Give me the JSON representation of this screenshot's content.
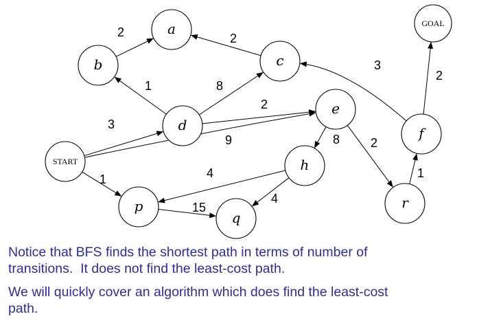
{
  "nodes": [
    {
      "id": "a",
      "label": "a"
    },
    {
      "id": "b",
      "label": "b"
    },
    {
      "id": "c",
      "label": "c"
    },
    {
      "id": "d",
      "label": "d"
    },
    {
      "id": "e",
      "label": "e"
    },
    {
      "id": "f",
      "label": "f"
    },
    {
      "id": "h",
      "label": "h"
    },
    {
      "id": "p",
      "label": "p"
    },
    {
      "id": "q",
      "label": "q"
    },
    {
      "id": "r",
      "label": "r"
    },
    {
      "id": "start",
      "label": "START"
    },
    {
      "id": "goal",
      "label": "GOAL"
    }
  ],
  "edges": [
    {
      "from": "start",
      "to": "d",
      "weight": "3"
    },
    {
      "from": "start",
      "to": "e",
      "weight": "9"
    },
    {
      "from": "start",
      "to": "p",
      "weight": "1"
    },
    {
      "from": "b",
      "to": "a",
      "weight": "2"
    },
    {
      "from": "c",
      "to": "a",
      "weight": "2"
    },
    {
      "from": "d",
      "to": "b",
      "weight": "1"
    },
    {
      "from": "d",
      "to": "c",
      "weight": "8"
    },
    {
      "from": "d",
      "to": "e",
      "weight": "2"
    },
    {
      "from": "e",
      "to": "h",
      "weight": "8"
    },
    {
      "from": "e",
      "to": "r",
      "weight": "2"
    },
    {
      "from": "f",
      "to": "c",
      "weight": "3"
    },
    {
      "from": "f",
      "to": "goal",
      "weight": "2"
    },
    {
      "from": "r",
      "to": "f",
      "weight": "1"
    },
    {
      "from": "h",
      "to": "p",
      "weight": "4"
    },
    {
      "from": "h",
      "to": "q",
      "weight": "4"
    },
    {
      "from": "p",
      "to": "q",
      "weight": "15"
    }
  ],
  "caption": {
    "line1": "Notice that BFS finds the shortest path in terms of number of\ntransitions.  It does not find the least-cost path.",
    "line2": "We will quickly cover an algorithm which does find the least-cost\npath."
  }
}
